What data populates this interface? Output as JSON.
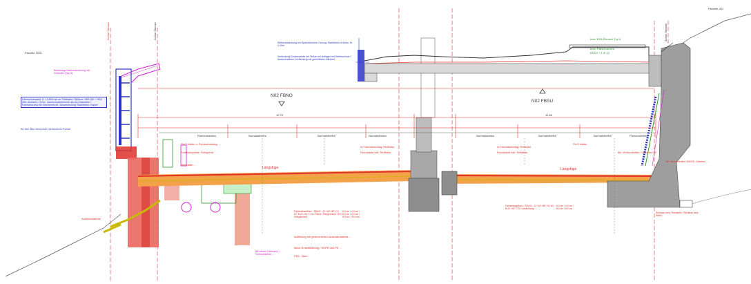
{
  "drawing": {
    "labels": {
      "parcel_right": "Parzelle 401",
      "parcel_left": "Parzelle 1026",
      "axis_left": "Achse Strasse",
      "axis_left2": "Achse Strasse",
      "axis_right": "Achse Strasse",
      "nozzle_box": "Lärmschutzwand: H = 5.60m ab ca. Fahrbahn / Stützen: HEA 180 + HEA 200, Abstand ≈ 3.0m / Lärmschutzelemente als Alu-Kassetten / Fahrbahnrand mit Schrammbord / Auswechslung: Stahlbeton, Kappe",
      "mag_note": "Beidseitige Absturzsicherung mit Geländer (Typ A)",
      "left_pipe_note": "für den Bau temporär Lärmschutz-Fahne",
      "top_left_note": "Wetterabdeckung mit Spannblechen / Anzug: Stahlblech d=6mm, HI 1:10m",
      "top_left_note2": "Verbindung Deckenplatte mit Stütze mit Auflager mit Wetterschutz / Auswechselbar Verbindung mit geschlitzten Blechen",
      "green_note_top": "best. BSA Element Typ A",
      "green_note_top2": "best. Fallschutzrohr",
      "green_note_top3": "BSA 0 + 1 Ø 16",
      "lane_n02_fbno": "N02 FBNO",
      "lane_n02_fbsu": "N02 FBSU",
      "dim_main_left": "12.75",
      "dim_main_right": "12.60",
      "lane1": "Normalstreifen",
      "lane2": "Normalstreifen",
      "lane3": "Normalstreifen",
      "lane4": "Normalstreifen",
      "lane5": "Normalstreifen",
      "lane6": "Normalstreifen",
      "lane_side_left": "Pannenstreifen",
      "lane_side_right": "Pannenstreifen",
      "laengsfuge_left": "Längsfuge",
      "laengsfuge_right": "Längsfuge",
      "red_note_left1": "SVG-Halter in Fahrbahnbelag ...",
      "red_note_left2": "Fahrbahnplatte: Rollsperre",
      "red_note_left3": "Hartplatte ...",
      "red_note_mid1": "in Fahrbahnbelag; Reflektor",
      "red_note_mid2": "Rundsäule inkl. Reflektor",
      "red_note_right1": "in Fahrbahnbelag; Reflektor",
      "red_note_right2": "Rundsäule inkl. Reflektor",
      "red_note_right3": "SVG-Halter",
      "red_note_far_right": "Bit. Verbundmittel 400/35 / Ortbeton ...",
      "fahrbahnaufbau_left": "Fahrbahnaufbau: / SDA 8 - 12 / AC MR 11 / AC B 22 / AC T 22 / Planie: Kiesgemisch / KG: Kiesgemisch",
      "fahrbahnaufbau_left_vals": "6.0 cm / 4.0 cm / 8.0 cm / 8.0 cm / 5.0 cm / 35.0 cm",
      "fahrbahnaufbau_right": "Fahrbahnaufbau: / SDA 8 - 12 / AC MR 11 / AC B 22 / AC T 22 / Abdichtung",
      "fahrbahnaufbau_right_vals": "6.0 cm / 4.0 cm / 8.0 cm / 8.0 cm",
      "bottom_note1": "Auffüllung mit gebrochenem Aushubmaterial ...",
      "bottom_note2": "Neue Entwässerung / HDPE 160 PE ...",
      "bottom_note3": "FBS - Bam",
      "bottom_mag": "BB-Werke (Fahrbahn) / Fahrbahnbreite ...",
      "bottom_far_right": "Rückbau best. Randstein / Rückbau best. Wand",
      "left_bottom_note": "Aushubmaterial",
      "right_grey_note": "Bit. Verbundmittel / Ortbeton KF"
    }
  }
}
